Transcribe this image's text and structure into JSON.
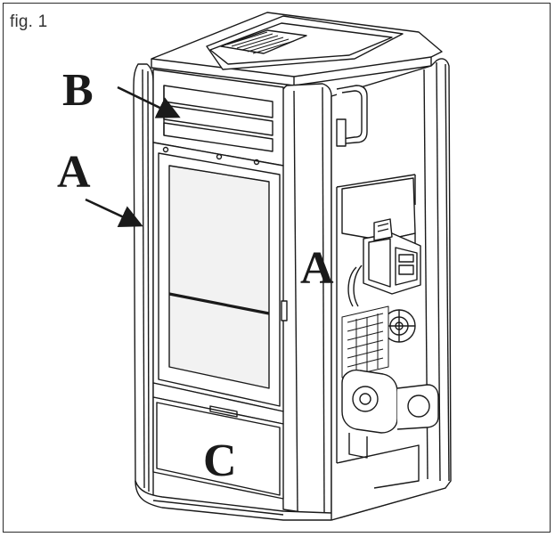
{
  "figure": {
    "caption": "fig. 1",
    "labels": {
      "b": "B",
      "a_left": "A",
      "a_right": "A",
      "c": "C"
    }
  },
  "colors": {
    "line": "#1a1a1a",
    "panel_fill": "#ffffff",
    "glass_fill": "#f2f2f2",
    "frame": "#2b2b2b"
  },
  "icons": {
    "arrow_b": "arrow-icon",
    "arrow_a": "arrow-icon"
  }
}
